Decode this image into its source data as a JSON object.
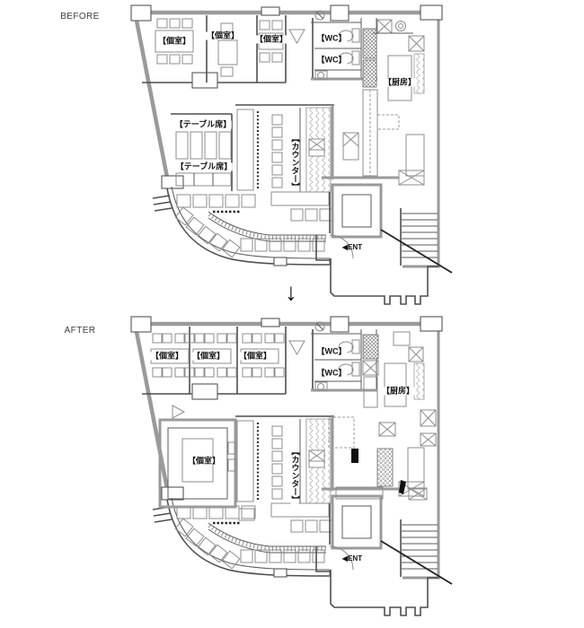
{
  "colors": {
    "wall": "#9a9a9a",
    "line": "#4f4f4f",
    "text": "#111111",
    "background": "#ffffff"
  },
  "before": {
    "title": "BEFORE",
    "labels": {
      "private1": "【個室】",
      "private2": "【個室】",
      "private3": "【個室】",
      "wc1": "【WC】",
      "wc2": "【WC】",
      "kitchen": "【厨房】",
      "tables1": "【テーブル席】",
      "tables2": "【テーブル席】",
      "counter": "【カウンター】",
      "entrance": "◀ENT"
    }
  },
  "after": {
    "title": "AFTER",
    "labels": {
      "private1": "【個室】",
      "private2": "【個室】",
      "private3": "【個室】",
      "wc1": "【WC】",
      "wc2": "【WC】",
      "kitchen": "【厨房】",
      "private4": "【個室】",
      "counter": "【カウンター】",
      "entrance": "◀ENT"
    }
  },
  "transition": {
    "arrow": "↓"
  }
}
